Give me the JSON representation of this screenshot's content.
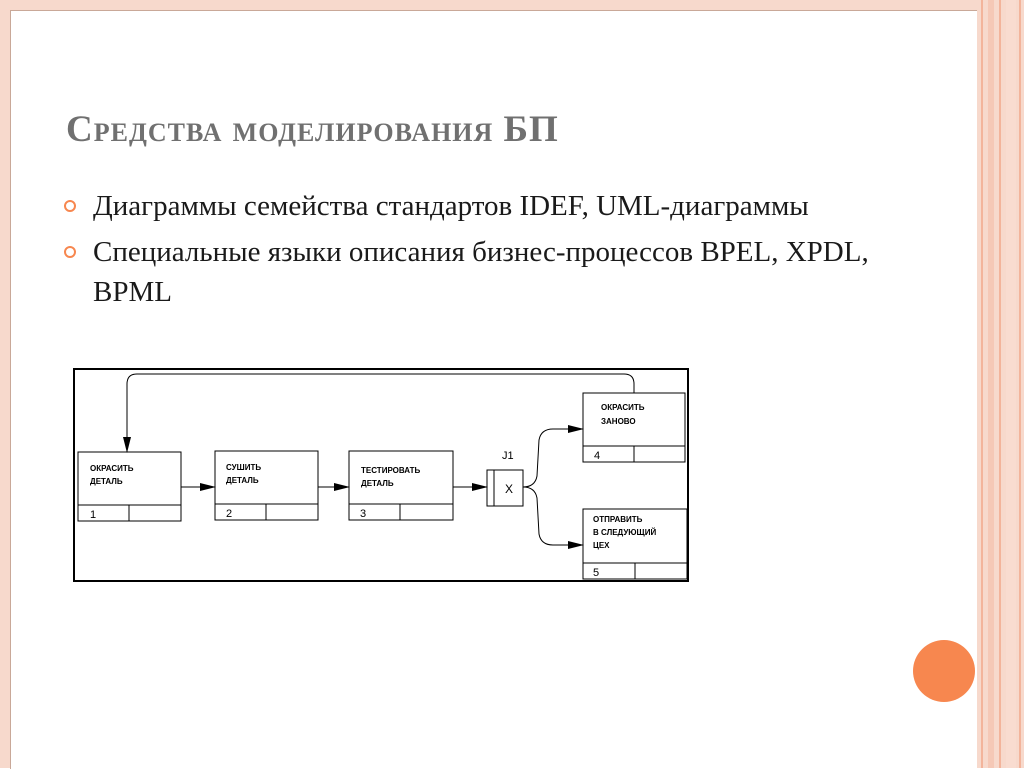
{
  "slide": {
    "title": "Средства  моделирования БП",
    "bullets": [
      {
        "text": "Диаграммы семейства стандартов IDEF, UML-диаграммы"
      },
      {
        "text": "Специальные языки описания бизнес-процессов BPEL, XPDL, BPML"
      }
    ]
  },
  "diagram": {
    "boxes": [
      {
        "lines": [
          "ОКРАСИТЬ",
          "ДЕТАЛЬ"
        ],
        "number": "1"
      },
      {
        "lines": [
          "СУШИТЬ",
          "ДЕТАЛЬ"
        ],
        "number": "2"
      },
      {
        "lines": [
          "ТЕСТИРОВАТЬ",
          "ДЕТАЛЬ"
        ],
        "number": "3"
      },
      {
        "lines": [
          "ОКРАСИТЬ",
          "ЗАНОВО"
        ],
        "number": "4"
      },
      {
        "lines": [
          "ОТПРАВИТЬ",
          "В СЛЕДУЮЩИЙ",
          "ЦЕХ"
        ],
        "number": "5"
      }
    ],
    "junction": {
      "label": "J1",
      "symbol": "X"
    }
  },
  "colors": {
    "title": "#707070",
    "accent": "#f7874f",
    "frame": "#f7d9cc"
  }
}
